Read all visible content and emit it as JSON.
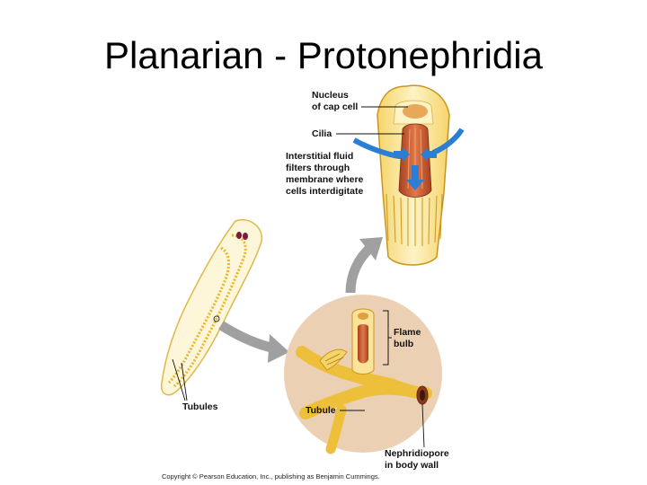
{
  "title": "Planarian - Protonephridia",
  "labels": {
    "nucleus_line1": "Nucleus",
    "nucleus_line2": "of cap cell",
    "cilia": "Cilia",
    "fluid_line1": "Interstitial fluid",
    "fluid_line2": "filters through",
    "fluid_line3": "membrane where",
    "fluid_line4": "cells interdigitate",
    "flame_line1": "Flame",
    "flame_line2": "bulb",
    "tubule": "Tubule",
    "tubules": "Tubules",
    "nephridiopore_line1": "Nephridiopore",
    "nephridiopore_line2": "in body wall"
  },
  "copyright": "Copyright © Pearson Education, Inc., publishing as Benjamin Cummings.",
  "colors": {
    "tissue_yellow": "#fbe9a6",
    "tubule_gold": "#e8b52a",
    "muscle_red": "#c0502a",
    "arrow_blue": "#2a7fd4",
    "circle_tan": "#ecd0b4",
    "arrow_gray": "#9a9a9a"
  }
}
